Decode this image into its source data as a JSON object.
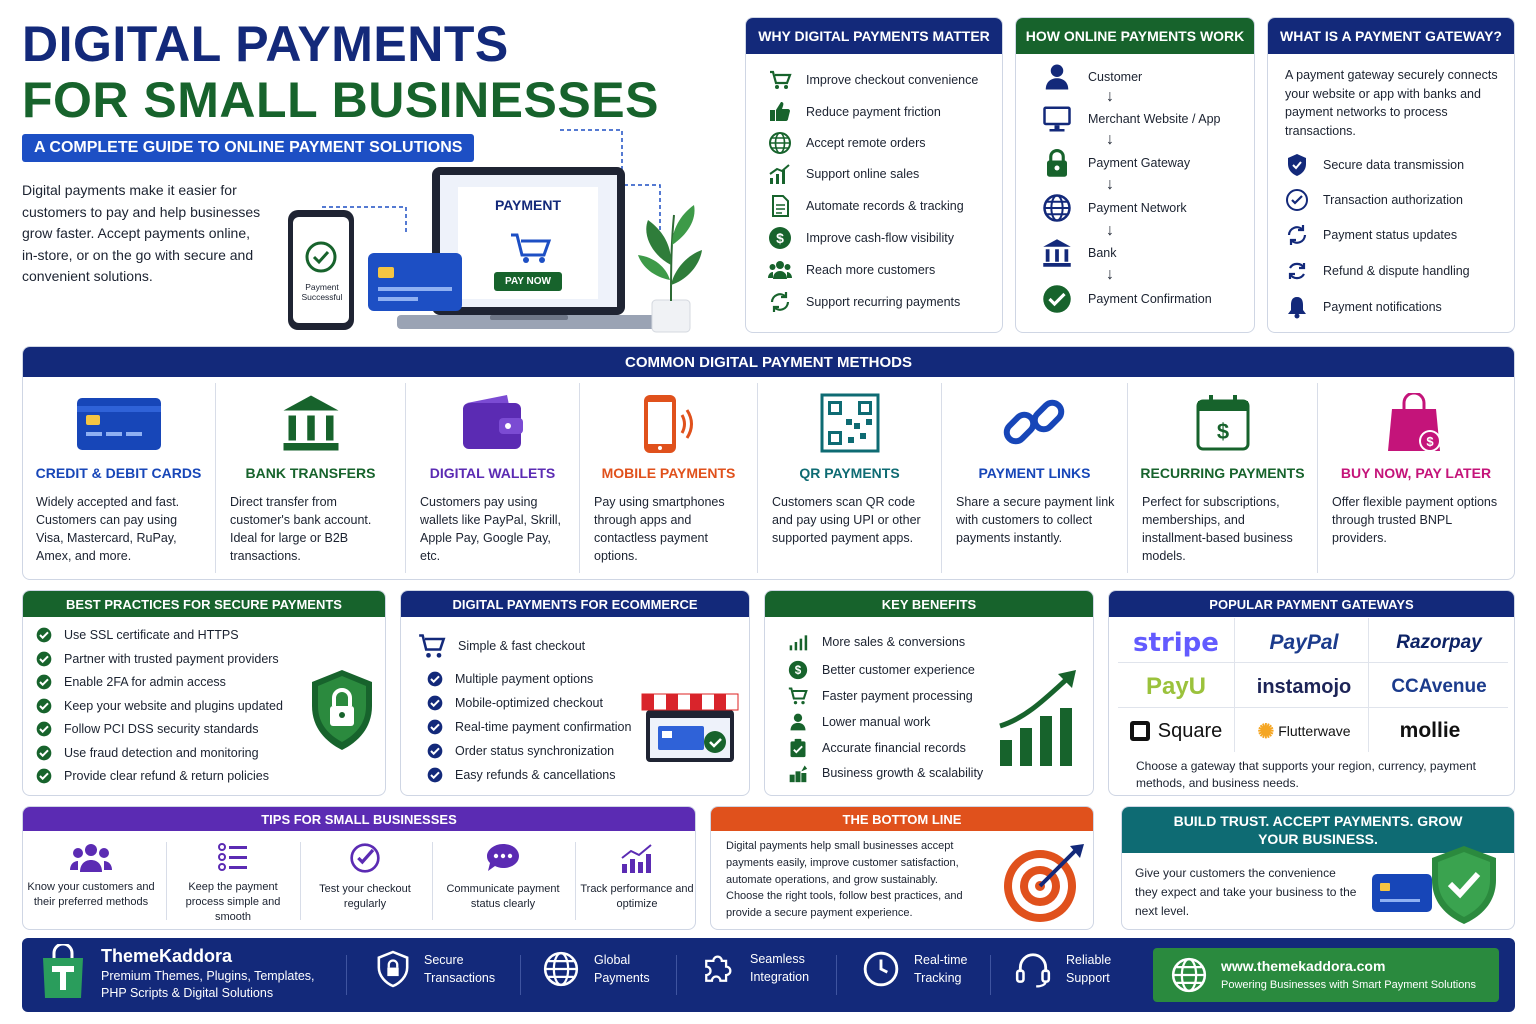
{
  "header": {
    "title_line1": "DIGITAL PAYMENTS",
    "title_line2": "FOR SMALL BUSINESSES",
    "subtitle": "A COMPLETE GUIDE TO ONLINE PAYMENT SOLUTIONS",
    "intro": "Digital payments make it easier for customers to pay and help businesses grow faster. Accept payments online, in-store, or on the go with secure and convenient solutions.",
    "phone_text": "Payment Successful",
    "laptop_title": "PAYMENT",
    "laptop_button": "PAY NOW"
  },
  "why": {
    "title": "WHY DIGITAL PAYMENTS MATTER",
    "items": [
      {
        "icon": "cart-icon",
        "label": "Improve checkout convenience"
      },
      {
        "icon": "thumbs-up-icon",
        "label": "Reduce payment friction"
      },
      {
        "icon": "globe-icon",
        "label": "Accept remote orders"
      },
      {
        "icon": "bar-chart-icon",
        "label": "Support online sales"
      },
      {
        "icon": "document-icon",
        "label": "Automate records & tracking"
      },
      {
        "icon": "dollar-icon",
        "label": "Improve cash-flow visibility"
      },
      {
        "icon": "people-icon",
        "label": "Reach more customers"
      },
      {
        "icon": "refresh-icon",
        "label": "Support recurring payments"
      }
    ]
  },
  "how": {
    "title": "HOW ONLINE PAYMENTS WORK",
    "steps": [
      {
        "icon": "user-icon",
        "label": "Customer"
      },
      {
        "icon": "monitor-icon",
        "label": "Merchant Website / App"
      },
      {
        "icon": "lock-icon",
        "label": "Payment Gateway"
      },
      {
        "icon": "globe-icon",
        "label": "Payment Network"
      },
      {
        "icon": "bank-icon",
        "label": "Bank"
      },
      {
        "icon": "check-circle-icon",
        "label": "Payment Confirmation"
      }
    ],
    "arrow": "↓"
  },
  "gateway_def": {
    "title": "WHAT IS A PAYMENT GATEWAY?",
    "text": "A payment gateway securely connects your website or app with banks and payment networks to process transactions.",
    "items": [
      {
        "icon": "shield-icon",
        "label": "Secure data transmission"
      },
      {
        "icon": "check-circle-icon",
        "label": "Transaction authorization"
      },
      {
        "icon": "refresh-icon",
        "label": "Payment status updates"
      },
      {
        "icon": "refund-icon",
        "label": "Refund & dispute handling"
      },
      {
        "icon": "bell-icon",
        "label": "Payment notifications"
      }
    ]
  },
  "methods": {
    "title": "COMMON DIGITAL PAYMENT METHODS",
    "items": [
      {
        "icon": "credit-card-icon",
        "title": "CREDIT & DEBIT CARDS",
        "color": "#1746b8",
        "desc": "Widely accepted and fast. Customers can pay using Visa, Mastercard, RuPay, Amex, and more."
      },
      {
        "icon": "bank-icon",
        "title": "BANK TRANSFERS",
        "color": "#17632c",
        "desc": "Direct transfer from customer's bank account. Ideal for large or B2B transactions."
      },
      {
        "icon": "wallet-icon",
        "title": "DIGITAL WALLETS",
        "color": "#5b2bb3",
        "desc": "Customers pay using wallets like PayPal, Skrill, Apple Pay, Google Pay, etc."
      },
      {
        "icon": "mobile-icon",
        "title": "MOBILE PAYMENTS",
        "color": "#e0511c",
        "desc": "Pay using smartphones through apps and contactless payment options."
      },
      {
        "icon": "qr-code-icon",
        "title": "QR PAYMENTS",
        "color": "#0e6b73",
        "desc": "Customers scan QR code and pay using UPI or other supported payment apps."
      },
      {
        "icon": "link-icon",
        "title": "PAYMENT LINKS",
        "color": "#1746b8",
        "desc": "Share a secure payment link with customers to collect payments instantly."
      },
      {
        "icon": "calendar-dollar-icon",
        "title": "RECURRING PAYMENTS",
        "color": "#17632c",
        "desc": "Perfect for subscriptions, memberships, and installment-based business models."
      },
      {
        "icon": "shopping-bag-icon",
        "title": "BUY NOW, PAY LATER",
        "color": "#c4147a",
        "desc": "Offer flexible payment options through trusted BNPL providers."
      }
    ]
  },
  "best": {
    "title": "BEST PRACTICES FOR SECURE PAYMENTS",
    "items": [
      "Use SSL certificate and HTTPS",
      "Partner with trusted payment providers",
      "Enable 2FA for admin access",
      "Keep your website and plugins updated",
      "Follow PCI DSS security standards",
      "Use fraud detection and monitoring",
      "Provide clear refund & return policies"
    ]
  },
  "ecom": {
    "title": "DIGITAL PAYMENTS FOR ECOMMERCE",
    "first": "Simple & fast checkout",
    "items": [
      "Multiple payment options",
      "Mobile-optimized checkout",
      "Real-time payment confirmation",
      "Order status synchronization",
      "Easy refunds & cancellations"
    ]
  },
  "benefits": {
    "title": "KEY BENEFITS",
    "items": [
      {
        "icon": "bar-chart-icon",
        "label": "More sales & conversions"
      },
      {
        "icon": "dollar-icon",
        "label": "Better customer experience"
      },
      {
        "icon": "cart-icon",
        "label": "Faster payment processing"
      },
      {
        "icon": "user-icon",
        "label": "Lower manual work"
      },
      {
        "icon": "clipboard-check-icon",
        "label": "Accurate financial records"
      },
      {
        "icon": "growth-icon",
        "label": "Business growth & scalability"
      }
    ]
  },
  "gateways": {
    "title": "POPULAR PAYMENT GATEWAYS",
    "logos": [
      "stripe",
      "PayPal",
      "Razorpay",
      "PayU",
      "instamojo",
      "CCAvenue",
      "Square",
      "Flutterwave",
      "mollie"
    ],
    "note": "Choose a gateway that supports your region, currency, payment methods, and business needs."
  },
  "tips": {
    "title": "TIPS FOR SMALL BUSINESSES",
    "items": [
      {
        "icon": "group-icon",
        "label": "Know your customers and their preferred methods"
      },
      {
        "icon": "list-icon",
        "label": "Keep the payment process simple and smooth"
      },
      {
        "icon": "check-circle-icon",
        "label": "Test your checkout regularly"
      },
      {
        "icon": "chat-icon",
        "label": "Communicate payment status clearly"
      },
      {
        "icon": "chart-icon",
        "label": "Track performance and optimize"
      }
    ]
  },
  "bottom": {
    "title": "THE BOTTOM LINE",
    "text": "Digital payments help small businesses accept payments easily, improve customer satisfaction, automate operations, and grow sustainably. Choose the right tools, follow best practices, and provide a secure payment experience."
  },
  "trust": {
    "title": "BUILD TRUST. ACCEPT PAYMENTS. GROW YOUR BUSINESS.",
    "text": "Give your customers the convenience they expect and take your business to the next level."
  },
  "footer": {
    "brand": "ThemeKaddora",
    "tagline": "Premium Themes, Plugins, Templates, PHP Scripts & Digital Solutions",
    "features": [
      {
        "icon": "lock-icon",
        "label": "Secure Transactions"
      },
      {
        "icon": "globe-icon",
        "label": "Global Payments"
      },
      {
        "icon": "puzzle-icon",
        "label": "Seamless Integration"
      },
      {
        "icon": "clock-icon",
        "label": "Real-time Tracking"
      },
      {
        "icon": "headset-icon",
        "label": "Reliable Support"
      }
    ],
    "url": "www.themekaddora.com",
    "url_tagline": "Powering Businesses with Smart Payment Solutions"
  },
  "colors": {
    "navy": "#13297a",
    "green": "#17632c",
    "orange": "#e0511c",
    "purple": "#5b2bb3",
    "teal": "#0e6b73"
  }
}
